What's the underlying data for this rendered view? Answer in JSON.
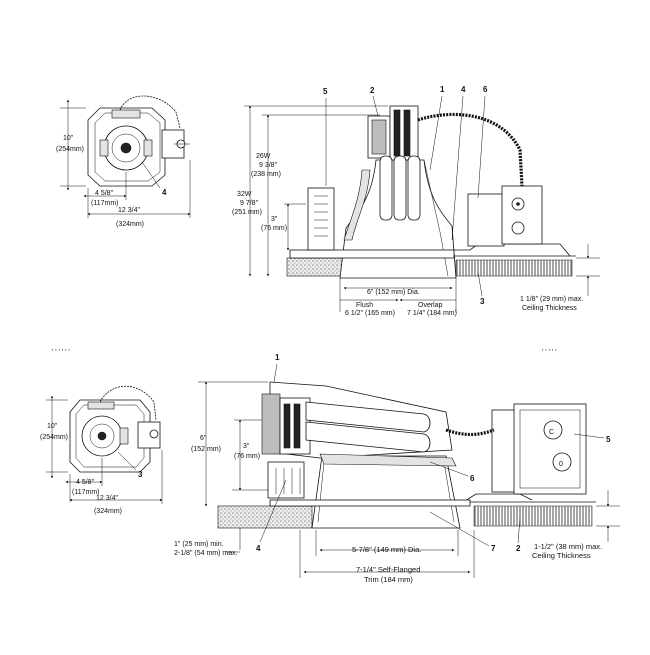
{
  "header": {
    "top_left_fragment": "' ' ' ' ' '",
    "top_right_fragment": "' ' ' ' '"
  },
  "top_plan": {
    "dims": {
      "height": "10\"",
      "height_mm": "(254mm)",
      "offset": "4 5/8\"",
      "offset_mm": "(117mm)",
      "width": "12 3/4\"",
      "width_mm": "(324mm)"
    },
    "callout": "4"
  },
  "top_elevation": {
    "callouts": [
      "5",
      "2",
      "1",
      "4",
      "6",
      "3"
    ],
    "dims": {
      "w26": "26W",
      "w26_in": "9 3/8\"",
      "w26_mm": "(238 mm)",
      "w32": "32W",
      "w32_in": "9 7/8\"",
      "w32_mm": "(251 mm)",
      "h3": "3\"",
      "h3_mm": "(76 mm)",
      "dia": "6\" (152 mm) Dia.",
      "flush": "Flush",
      "flush_val": "6 1/2\" (165 mm)",
      "overlap": "Overlap",
      "overlap_val": "7 1/4\" (184 mm)",
      "ceiling_max": "1 1/8\" (29 mm) max.",
      "ceiling_label": "Ceiling Thickness"
    }
  },
  "bottom_plan": {
    "dims": {
      "height": "10\"",
      "height_mm": "(254mm)",
      "offset": "4 5/8\"",
      "offset_mm": "(117mm)",
      "width": "12 3/4\"",
      "width_mm": "(324mm)"
    },
    "callout": "3"
  },
  "bottom_elevation": {
    "callouts": [
      "1",
      "5",
      "6",
      "7",
      "2",
      "4"
    ],
    "dims": {
      "h6": "6\"",
      "h6_mm": "(152 mm)",
      "h3": "3\"",
      "h3_mm": "(76 mm)",
      "ceil_min": "1\" (25 mm) min.",
      "ceil_max": "2-1/8\" (54 mm) max.",
      "dia": "5-7/8\" (149 mm) Dia.",
      "trim_val": "7-1/4\" Self-Flanged",
      "trim_label": "Trim (184 mm)",
      "thick_max": "1-1/2\" (38 mm) max.",
      "thick_label": "Ceiling Thickness"
    }
  },
  "colors": {
    "ink": "#111111",
    "paper": "#ffffff",
    "shade": "#bdbdbd"
  }
}
